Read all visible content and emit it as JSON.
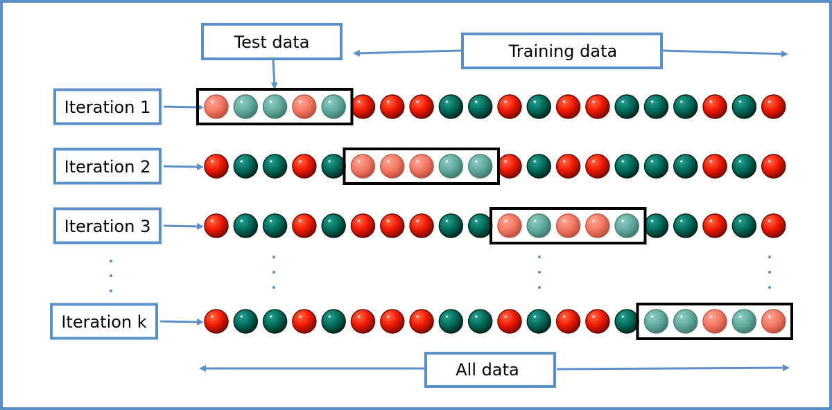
{
  "labels": {
    "test_data": "Test data",
    "training_data": "Training data",
    "all_data": "All data"
  },
  "iterations": [
    {
      "label": "Iteration 1",
      "balls": [
        "R",
        "G",
        "G",
        "R",
        "G",
        "R",
        "R",
        "R",
        "G",
        "G",
        "R",
        "G",
        "R",
        "R",
        "G",
        "G",
        "G",
        "R",
        "G",
        "R"
      ],
      "test_start": 0
    },
    {
      "label": "Iteration 2",
      "balls": [
        "R",
        "G",
        "G",
        "R",
        "G",
        "R",
        "R",
        "R",
        "G",
        "G",
        "R",
        "G",
        "R",
        "R",
        "G",
        "G",
        "G",
        "R",
        "G",
        "R"
      ],
      "test_start": 5
    },
    {
      "label": "Iteration 3",
      "balls": [
        "R",
        "G",
        "G",
        "R",
        "G",
        "R",
        "R",
        "R",
        "G",
        "G",
        "R",
        "G",
        "R",
        "R",
        "G",
        "G",
        "G",
        "R",
        "G",
        "R"
      ],
      "test_start": 10
    },
    {
      "label": "Iteration k",
      "balls": [
        "R",
        "G",
        "G",
        "R",
        "G",
        "R",
        "R",
        "R",
        "G",
        "G",
        "R",
        "G",
        "R",
        "R",
        "G",
        "G",
        "G",
        "R",
        "G",
        "R"
      ],
      "test_start": 15
    }
  ],
  "fold_size": 5,
  "colors": {
    "frame": "#5b8fc7",
    "red_ball": "#ff1a00",
    "green_ball": "#007a66",
    "test_box": "#000000",
    "box_border": "#5b8fc7"
  }
}
